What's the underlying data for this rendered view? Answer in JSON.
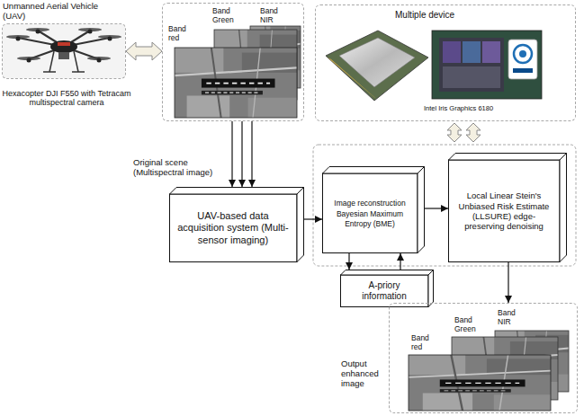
{
  "diagram": {
    "nodes": [
      {
        "text": [
          "Unmanned Aerial Vehicle (UAV)",
          "Hexacopter DJI F550 with Tetracam multispectral camera"
        ]
      },
      {
        "text": [
          "Band Green",
          "Band NIR",
          "Band red"
        ]
      },
      {
        "text": [
          "Multiple device",
          "Intel Iris Graphics 6180"
        ]
      },
      {
        "text": [
          "UAV-based data acquisition system (Multi-sensor imaging)"
        ]
      },
      {
        "text": [
          "Image reconstruction",
          "Bayesian Maximum Entropy (BME)"
        ]
      },
      {
        "text": [
          "Local Linear Stein's Unbiased Risk Estimate (LLSURE) edge-preserving denoising"
        ]
      },
      {
        "text": [
          "A-priory information"
        ]
      },
      {
        "text": [
          "Band NIR",
          "Band Green",
          "Band red",
          "Output enhanced image"
        ]
      }
    ],
    "edges": [
      {
        "from": 0,
        "to": 1,
        "arrow": "both"
      },
      {
        "from": 1,
        "to": 3,
        "arrow": "to"
      },
      {
        "from": 1,
        "to": 3,
        "arrow": "to"
      },
      {
        "from": 1,
        "to": 3,
        "arrow": "to"
      },
      {
        "from": 3,
        "to": 4,
        "arrow": "to"
      },
      {
        "from": 4,
        "to": 5,
        "arrow": "to"
      },
      {
        "from": 4,
        "to": 6,
        "arrow": "to"
      },
      {
        "from": 6,
        "to": 4,
        "arrow": "to"
      },
      {
        "from": 5,
        "to": 7,
        "arrow": "to"
      }
    ],
    "labels": [
      "Original scene (Multispectral image)"
    ]
  }
}
